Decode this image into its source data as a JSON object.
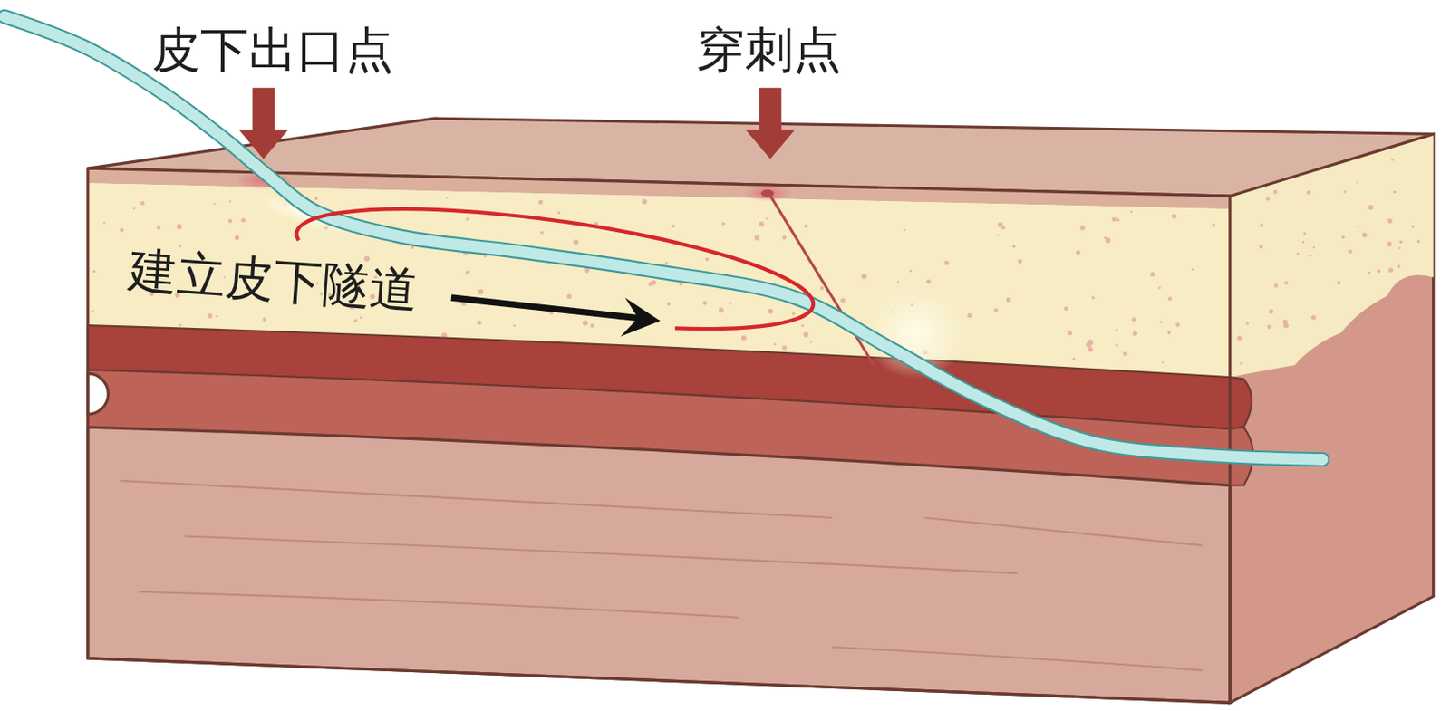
{
  "diagram": {
    "labels": [
      "皮下出口点",
      "穿刺点",
      "建立皮下隧道"
    ]
  }
}
